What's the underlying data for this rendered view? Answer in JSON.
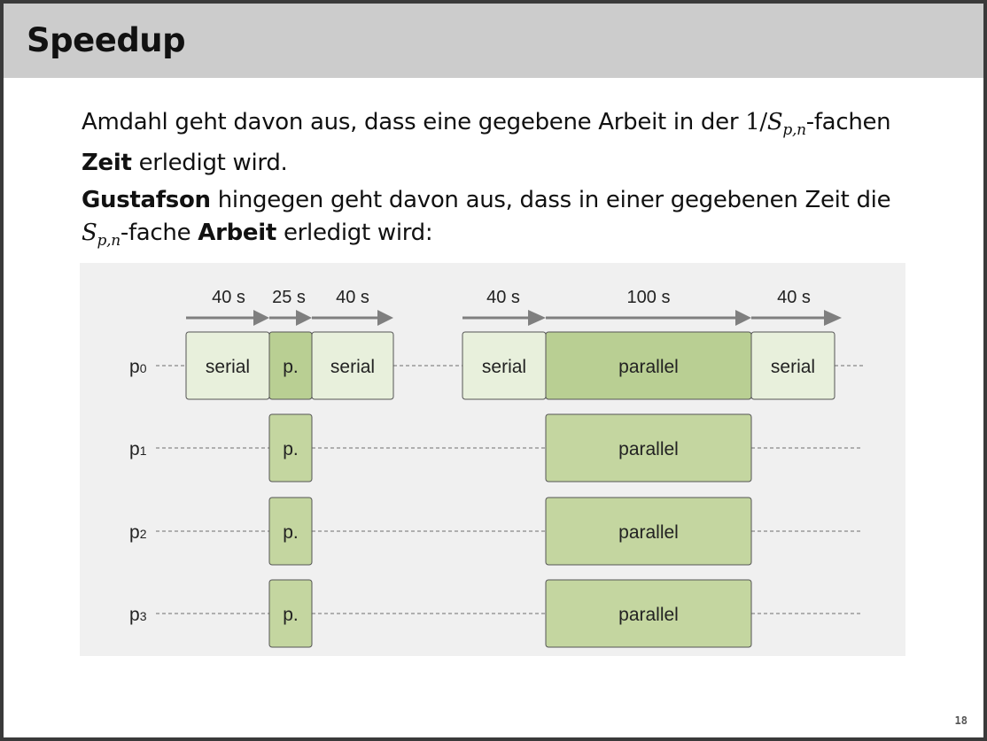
{
  "slide": {
    "title": "Speedup",
    "page_number": "18"
  },
  "text": {
    "p1_a": "Amdahl geht davon aus, dass eine gegebene Arbeit in der ",
    "p1_math_one": "1/",
    "p1_math_S": "S",
    "p1_math_sub": "p,n",
    "p1_b": "-fachen",
    "p1_bold": "Zeit",
    "p1_c": " erledigt wird.",
    "p2_bold1": "Gustafson",
    "p2_a": " hingegen geht davon aus, dass in einer gegebenen Zeit die",
    "p2_math_S": "S",
    "p2_math_sub": "p,n",
    "p2_b": "-fache ",
    "p2_bold2": "Arbeit",
    "p2_c": " erledigt wird:"
  },
  "diagram": {
    "colors": {
      "background": "#f0f0f0",
      "serial": "#e8f0dc",
      "parallel": "#c4d6a0",
      "parallel_p0": "#b9cf93",
      "arrow": "#7f7f7f",
      "dash": "#999999"
    },
    "left_durations": [
      "40 s",
      "25 s",
      "40 s"
    ],
    "right_durations": [
      "40 s",
      "100 s",
      "40 s"
    ],
    "processors": [
      {
        "label": "p",
        "index": "0"
      },
      {
        "label": "p",
        "index": "1"
      },
      {
        "label": "p",
        "index": "2"
      },
      {
        "label": "p",
        "index": "3"
      }
    ],
    "labels": {
      "serial": "serial",
      "parallel_short": "p.",
      "parallel": "parallel"
    }
  }
}
